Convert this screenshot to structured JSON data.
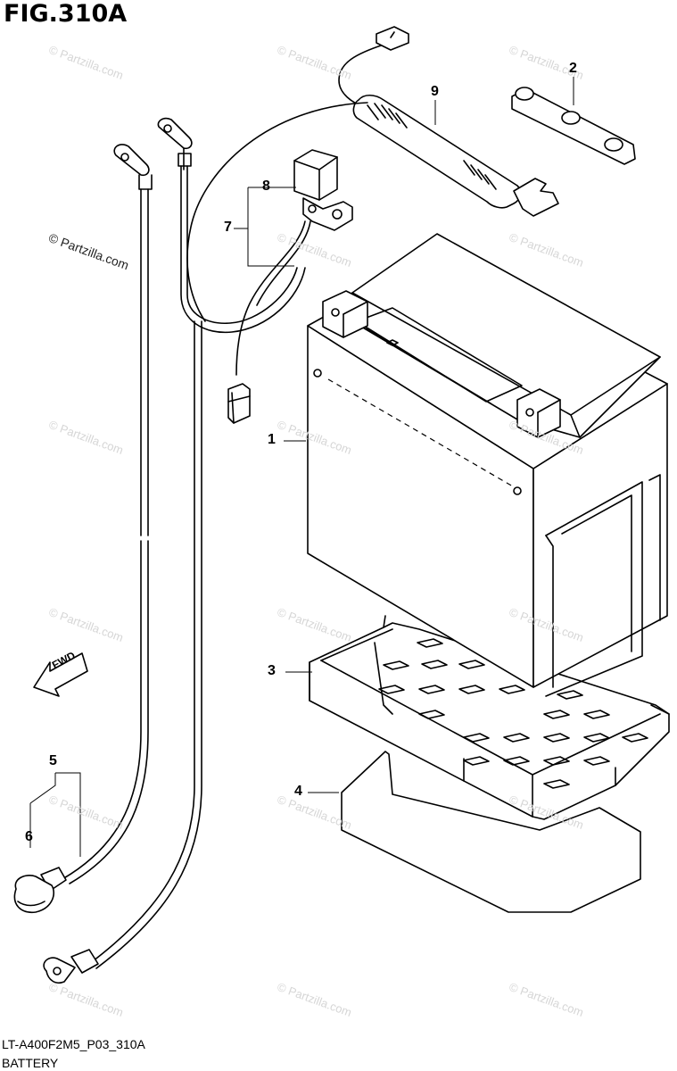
{
  "figure": {
    "title": "FIG.310A",
    "code": "LT-A400F2M5_P03_310A",
    "caption": "BATTERY",
    "fwd_label": "FWD"
  },
  "callouts": [
    "1",
    "2",
    "3",
    "4",
    "5",
    "6",
    "7",
    "8",
    "9"
  ],
  "watermark": {
    "text": "© Partzilla.com"
  },
  "parts": {
    "battery": "1",
    "terminal-cover": "2",
    "battery-tray": "3",
    "battery-pad": "4",
    "negative-cable": "5",
    "terminal-boot": "6",
    "relay-assembly": "7",
    "relay": "8",
    "fuse-harness": "9"
  }
}
